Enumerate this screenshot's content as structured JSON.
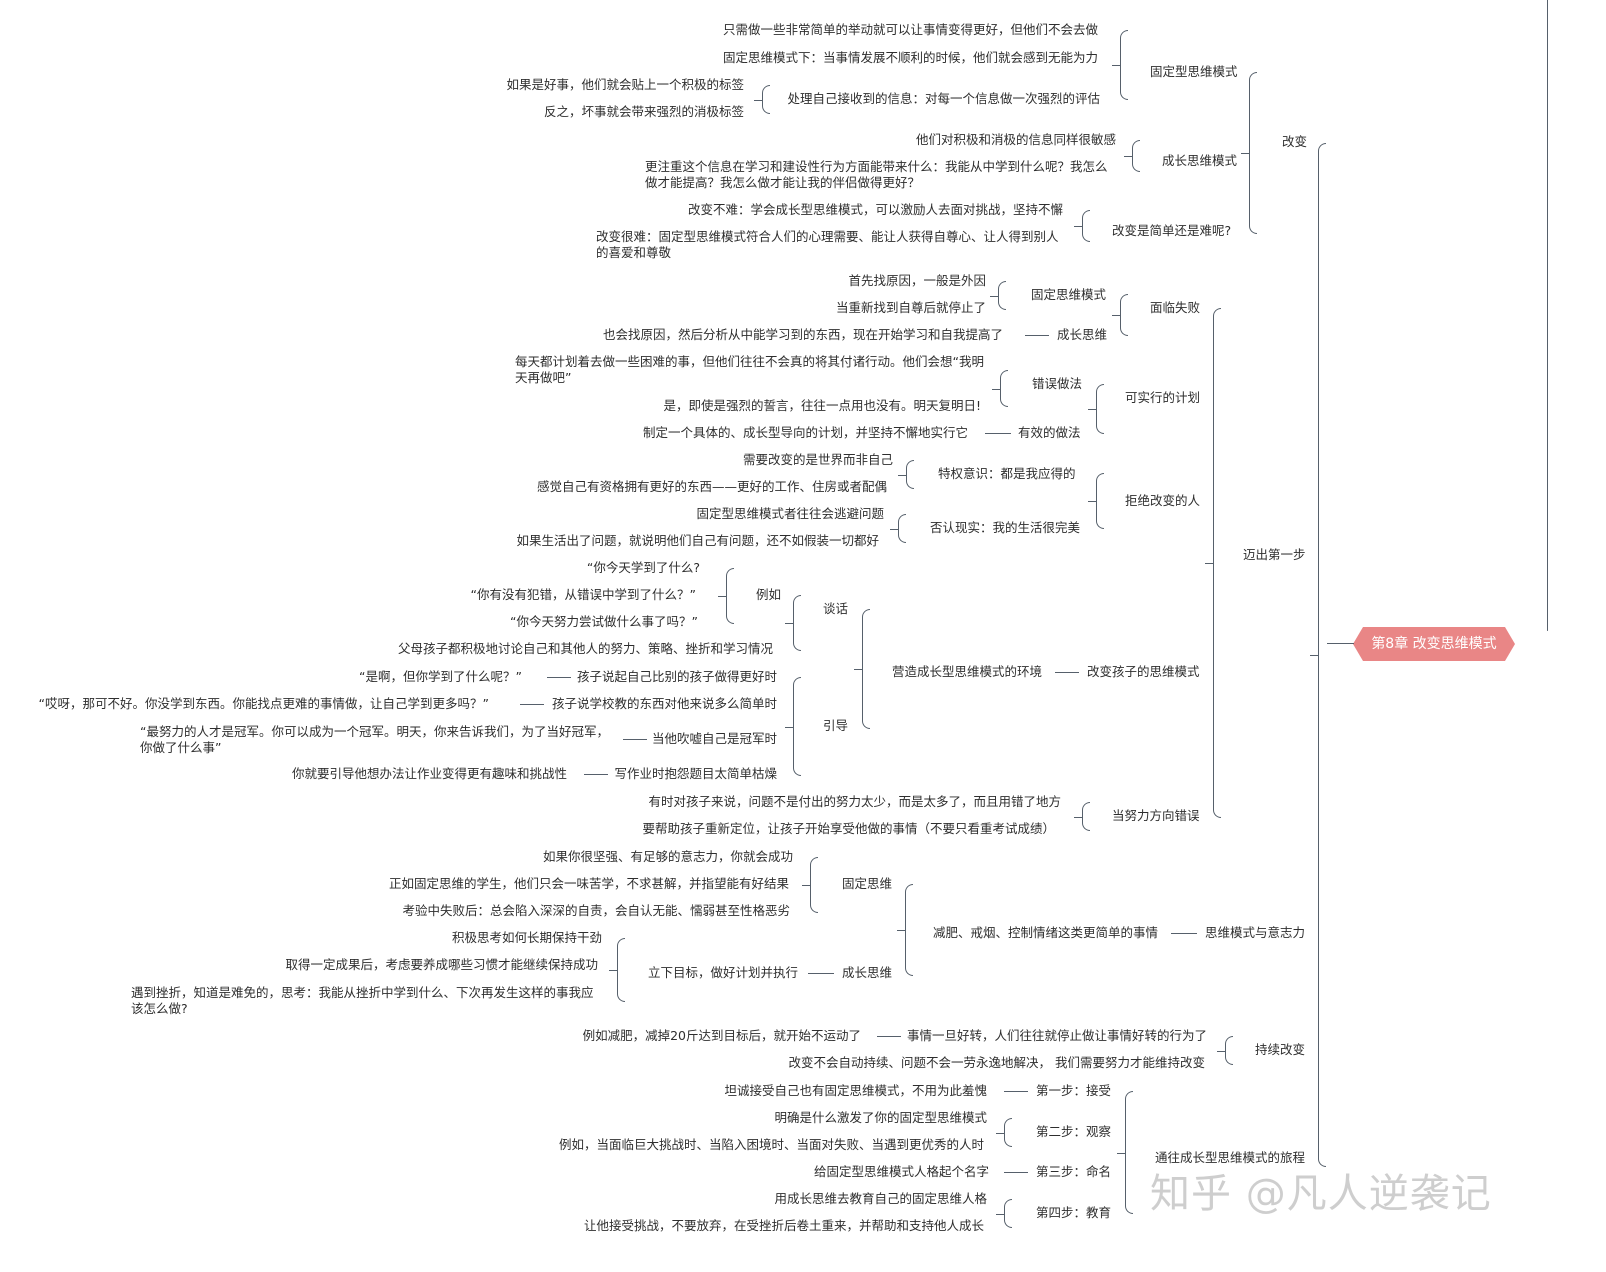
{
  "root": "第8章 改变思维模式",
  "watermark": "知乎 @凡人逆袭记",
  "n": {
    "gaibian": "改变",
    "gudingxing": "固定型思维模式",
    "g1": "只需做一些非常简单的举动就可以让事情变得更好，但他们不会去做",
    "g2": "固定思维模式下：当事情发展不顺利的时候，他们就会感到无能为力",
    "g3": "处理自己接收到的信息：对每一个信息做一次强烈的评估",
    "g3a": "如果是好事，他们就会贴上一个积极的标签",
    "g3b": "反之，坏事就会带来强烈的消极标签",
    "chengzhang": "成长思维模式",
    "c1": "他们对积极和消极的信息同样很敏感",
    "c2": "更注重这个信息在学习和建设性行为方面能带来什么：我能从中学到什么呢？我怎么做才能提高？我怎么做才能让我的伴侣做得更好？",
    "jiandan": "改变是简单还是难呢?",
    "j1": "改变不难：学会成长型思维模式，可以激励人去面对挑战，坚持不懈",
    "j2": "改变很难：固定型思维模式符合人们的心理需要、能让人获得自尊心、让人得到别人的喜爱和尊敬",
    "maichu": "迈出第一步",
    "mianlin": "面临失败",
    "ml_gd": "固定思维模式",
    "ml1": "首先找原因，一般是外因",
    "ml2": "当重新找到自尊后就停止了",
    "ml_cz": "成长思维",
    "ml3": "也会找原因，然后分析从中能学习到的东西，现在开始学习和自我提高了",
    "jihua": "可实行的计划",
    "cuowu": "错误做法",
    "jh1": "每天都计划着去做一些困难的事，但他们往往不会真的将其付诸行动。他们会想“我明天再做吧”",
    "jh2": "是，即使是强烈的誓言，往往一点用也没有。明天复明日!",
    "youxiao": "有效的做法",
    "jh3": "制定一个具体的、成长型导向的计划，并坚持不懈地实行它",
    "jujue": "拒绝改变的人",
    "tequan": "特权意识：都是我应得的",
    "jj1": "需要改变的是世界而非自己",
    "jj2": "感觉自己有资格拥有更好的东西——更好的工作、住房或者配偶",
    "fouren": "否认现实：我的生活很完美",
    "jj3": "固定型思维模式者往往会逃避问题",
    "jj4": "如果生活出了问题，就说明他们自己有问题，还不如假装一切都好",
    "haizi": "改变孩子的思维模式",
    "yingzao": "营造成长型思维模式的环境",
    "tanhua": "谈话",
    "liru": "例如",
    "th1": "“你今天学到了什么?",
    "th2": "“你有没有犯错，从错误中学到了什么？”",
    "th3": "“你今天努力尝试做什么事了吗？”",
    "th4": "父母孩子都积极地讨论自己和其他人的努力、策略、挫折和学习情况",
    "yindao": "引导",
    "yd1k": "孩子说起自己比别的孩子做得更好时",
    "yd1v": "“是啊，但你学到了什么呢？”",
    "yd2k": "孩子说学校教的东西对他来说多么简单时",
    "yd2v": "“哎呀，那可不好。你没学到东西。你能找点更难的事情做，让自己学到更多吗？”",
    "yd3k": "当他吹嘘自己是冠军时",
    "yd3v": "“最努力的人才是冠军。你可以成为一个冠军。明天，你来告诉我们，为了当好冠军，你做了什么事”",
    "yd4k": "写作业时抱怨题目太简单枯燥",
    "yd4v": "你就要引导他想办法让作业变得更有趣味和挑战性",
    "fangxiang": "当努力方向错误",
    "fx1": "有时对孩子来说，问题不是付出的努力太少，而是太多了，而且用错了地方",
    "fx2": "要帮助孩子重新定位，让孩子开始享受他做的事情（不要只看重考试成绩）",
    "yizhi": "思维模式与意志力",
    "jianfei": "减肥、戒烟、控制情绪这类更简单的事情",
    "yz_gd": "固定思维",
    "yz1": "如果你很坚强、有足够的意志力，你就会成功",
    "yz2": "正如固定思维的学生，他们只会一味苦学，不求甚解，并指望能有好结果",
    "yz3": "考验中失败后：总会陷入深深的自责，会自认无能、懦弱甚至性格恶劣",
    "yz_cz": "成长思维",
    "lixia": "立下目标，做好计划并执行",
    "yz4": "积极思考如何长期保持干劲",
    "yz5": "取得一定成果后，考虑要养成哪些习惯才能继续保持成功",
    "yz6": "遇到挫折，知道是难免的，思考：我能从挫折中学到什么、下次再发生这样的事我应该怎么做?",
    "chixu": "持续改变",
    "cx1k": "事情一旦好转，人们往往就停止做让事情好转的行为了",
    "cx1v": "例如减肥，减掉20斤达到目标后，就开始不运动了",
    "cx2": "改变不会自动持续、问题不会一劳永逸地解决，  我们需要努力才能维持改变",
    "tongwang": "通往成长型思维模式的旅程",
    "s1": "第一步：接受",
    "s1a": "坦诚接受自己也有固定思维模式，不用为此羞愧",
    "s2": "第二步：观察",
    "s2a": "明确是什么激发了你的固定型思维模式",
    "s2b": "例如，当面临巨大挑战时、当陷入困境时、当面对失败、当遇到更优秀的人时",
    "s3": "第三步：命名",
    "s3a": "给固定型思维模式人格起个名字",
    "s4": "第四步：教育",
    "s4a": "用成长思维去教育自己的固定思维人格",
    "s4b": "让他接受挑战，不要放弃，在受挫折后卷土重来，并帮助和支持他人成长"
  }
}
